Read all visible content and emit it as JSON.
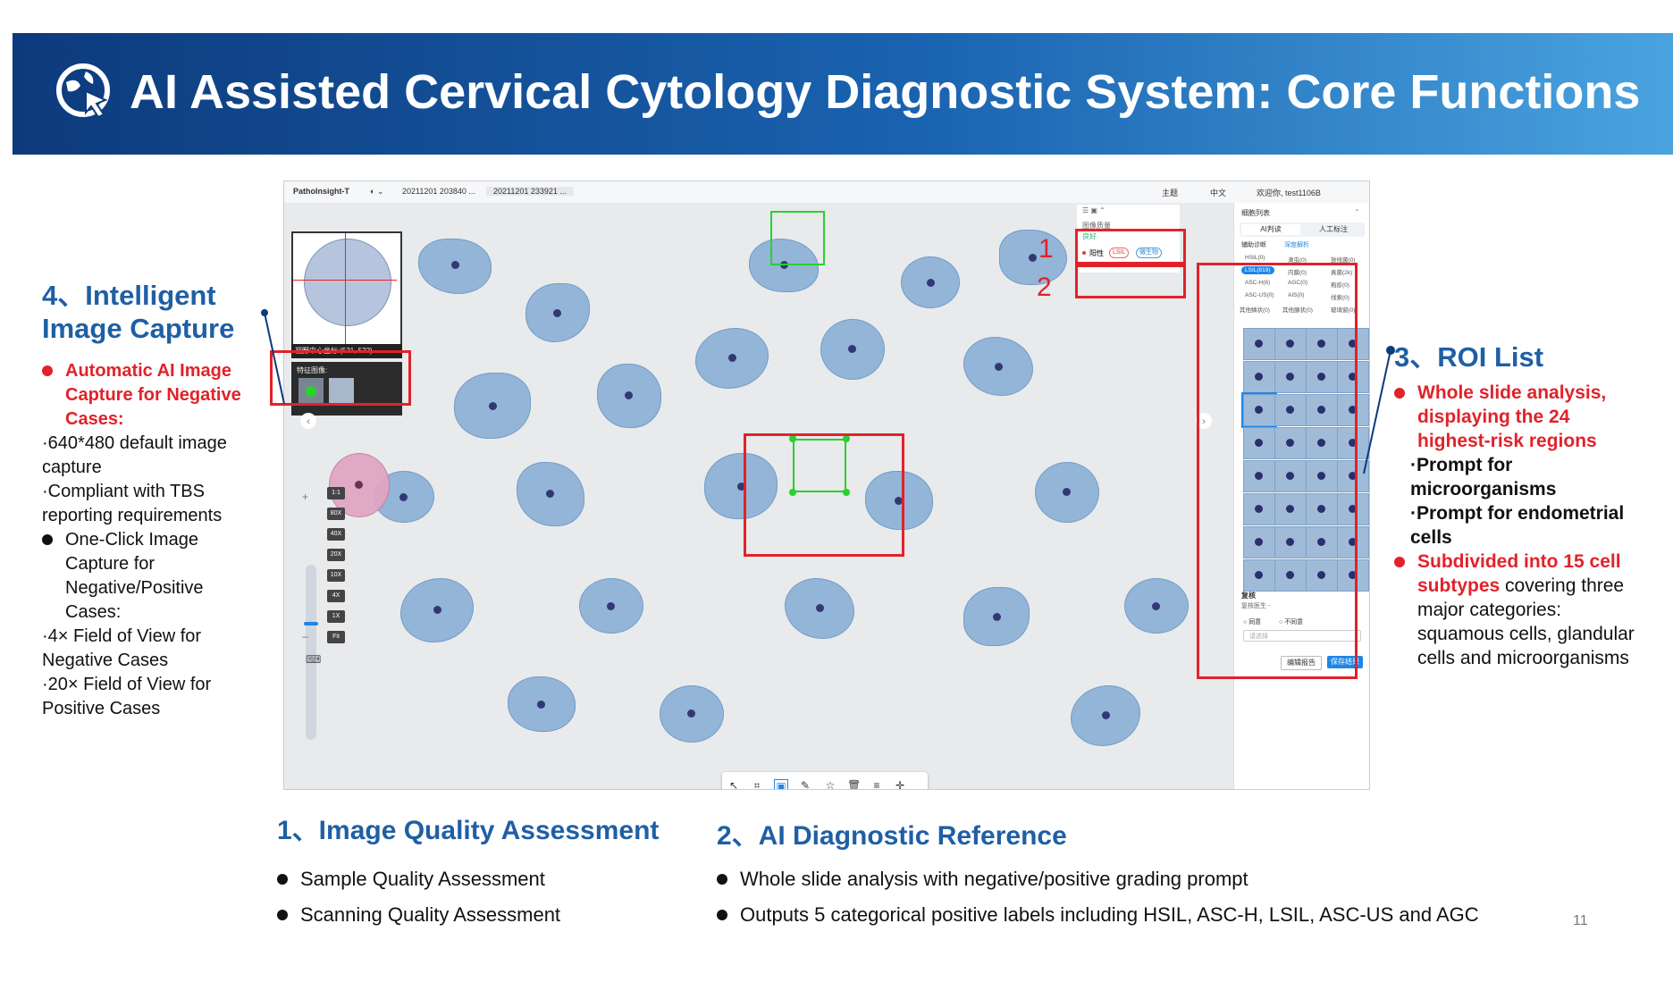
{
  "header": {
    "title": "AI Assisted Cervical Cytology Diagnostic System: Core Functions"
  },
  "app": {
    "name": "PathoInsight-T",
    "tabs": [
      "20211201 203840 ...",
      "20211201 233921 ..."
    ],
    "top_right": [
      "主题",
      "中文",
      "欢迎你,  test1106B"
    ],
    "overview_coord": "视野中心坐标:(521, 522)",
    "capture_label": "特征图像:",
    "zoom_levels": [
      "1:1",
      "80X",
      "40X",
      "20X",
      "10X",
      "4X",
      "1X",
      "Fit"
    ],
    "quality": {
      "title": "图像质量",
      "value": "良好",
      "positive_label": "阳性",
      "pill_1": "LSIL",
      "pill_2": "微生物"
    },
    "cell_panel": {
      "title": "细胞列表",
      "tab_ai": "AI判读",
      "tab_manual": "人工标注",
      "aux_label": "辅助诊断",
      "aux_option": "深度解析",
      "categories": [
        "HSIL(0)",
        "滴虫(0)",
        "放线菌(0)",
        "LSIL(819)",
        "内膜(0)",
        "真菌(2k)",
        "ASC-H(6)",
        "AGC(0)",
        "疱疹(0)",
        "ASC-US(0)",
        "AIS(0)",
        "线索(0)",
        "其他鳞状(0)",
        "其他腺状(0)",
        "玻璃窗(0)"
      ],
      "review_label": "复核",
      "reviewer": "复核医生 -",
      "agree": "同意",
      "disagree": "不同意",
      "select_placeholder": "请选择",
      "edit_report": "编辑报告",
      "save_result": "保存结果"
    }
  },
  "markers": {
    "one": "1",
    "two": "2"
  },
  "section4": {
    "title": "4、Intelligent Image Capture",
    "b1": "Automatic AI Image Capture for Negative Cases:",
    "b1_l1": "·640*480 default image capture",
    "b1_l2": "·Compliant with TBS reporting requirements",
    "b2": "One-Click Image Capture for Negative/Positive Cases:",
    "b2_l1": "·4× Field of View for Negative Cases",
    "b2_l2": "·20× Field of View for Positive Cases"
  },
  "section3": {
    "title": "3、ROI List",
    "b1": "Whole slide analysis, displaying the 24 highest-risk regions",
    "b1_l1": "·Prompt for microorganisms",
    "b1_l2": "·Prompt for endometrial cells",
    "b2_red": "Subdivided into 15 cell subtypes",
    "b2_rest": " covering three major categories: squamous cells, glandular cells and microorganisms"
  },
  "section1": {
    "title": "1、Image Quality Assessment",
    "items": [
      "Sample Quality Assessment",
      "Scanning Quality Assessment"
    ]
  },
  "section2": {
    "title": "2、AI Diagnostic Reference",
    "items": [
      "Whole slide analysis with negative/positive grading prompt",
      "Outputs 5 categorical positive labels including HSIL, ASC-H, LSIL, ASC-US and AGC"
    ]
  },
  "page_number": "11",
  "colors": {
    "banner_dark": "#0d3a7c",
    "banner_light": "#4aa3df",
    "title_blue": "#1f5fa5",
    "red": "#e1222a",
    "green": "#28d12c"
  }
}
